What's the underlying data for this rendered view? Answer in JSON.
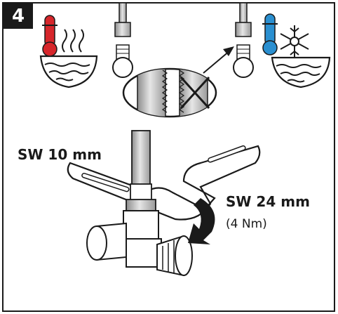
{
  "step": {
    "number": "4"
  },
  "labels": {
    "wrench_small": "SW 10 mm",
    "wrench_large": "SW 24 mm",
    "torque": "(4 Nm)"
  },
  "icons": [
    "hot-water-thermometer-icon",
    "cold-water-thermometer-icon",
    "snowflake-icon",
    "steam-icon",
    "wrench-icon",
    "cross-out-icon"
  ],
  "colors": {
    "hot": "#d6262b",
    "cold": "#2a8fd0",
    "line": "#1a1a1a",
    "metal": "#b8b8b8"
  }
}
